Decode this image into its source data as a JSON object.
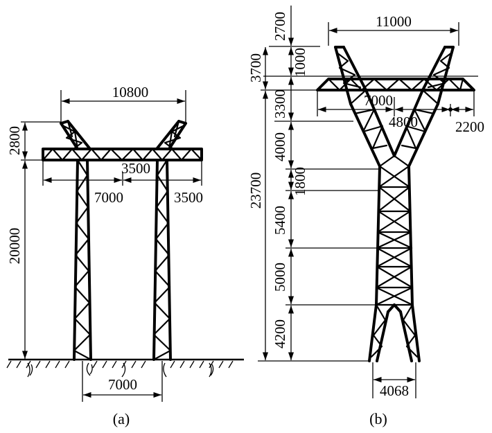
{
  "figure_a": {
    "caption": "(a)",
    "dims": {
      "top_span": "10800",
      "upper_height": "2800",
      "mid_span": "3500",
      "left_arm": "7000",
      "right_arm": "3500",
      "leg_height": "20000",
      "base_width": "7000"
    }
  },
  "figure_b": {
    "caption": "(b)",
    "dims": {
      "top_span": "11000",
      "top_height": "2700",
      "upper_block": "3700",
      "peak_offset": "1000",
      "cross_gap": "3300",
      "inner_span": "7000",
      "center_span": "4800",
      "right_tip": "2200",
      "v_height": "4000",
      "neck_height": "1800",
      "main_height": "23700",
      "body_upper": "5400",
      "body_mid": "5000",
      "body_lower": "4200",
      "base_width": "4068"
    }
  }
}
